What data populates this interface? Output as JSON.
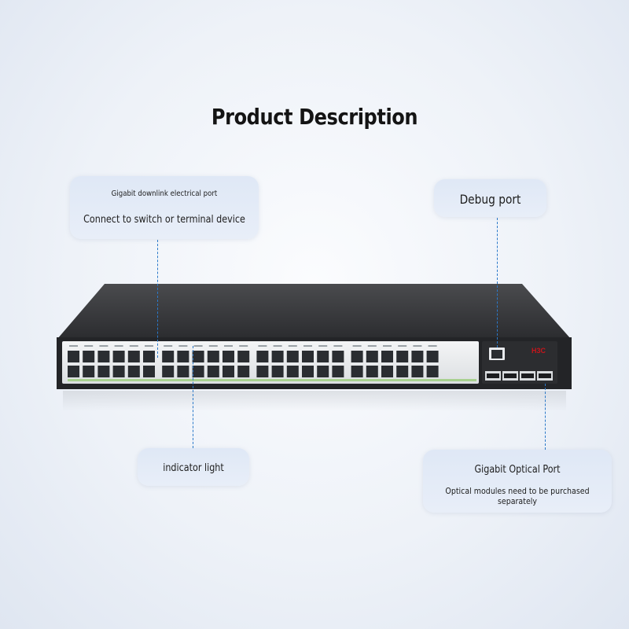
{
  "heading": "Product Description",
  "callouts": {
    "downlink": {
      "title": "Gigabit downlink electrical port",
      "description": "Connect to switch or terminal device"
    },
    "debug": {
      "title": "Debug port"
    },
    "indicator": {
      "title": "indicator light"
    },
    "optical": {
      "title": "Gigabit Optical Port",
      "description": "Optical modules need to be purchased separately"
    }
  },
  "device": {
    "brand": "H3C",
    "rj45_port_count": 48,
    "sfp_port_count": 4,
    "colors": {
      "chassis_top": "#3a3b3e",
      "chassis_edge": "#1f2022",
      "faceplate": "#eceeef",
      "port": "#2a2d31",
      "led": "#7cc54a",
      "leader": "#2b79c9",
      "brand": "#c8151b"
    }
  }
}
